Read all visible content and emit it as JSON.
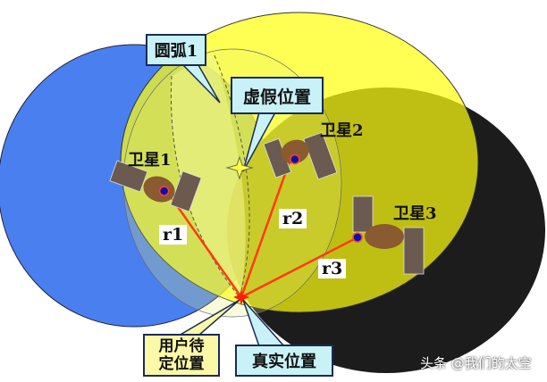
{
  "labels": {
    "arc": "圆弧1",
    "false_position": "虚假位置",
    "user_position": "用户待定位置",
    "true_position": "真实位置",
    "satellite1": "卫星1",
    "satellite2": "卫星2",
    "satellite3": "卫星3",
    "r1": "r1",
    "r2": "r2",
    "r3": "r3"
  },
  "watermark": "头条 @我们的太空",
  "colors": {
    "blue": "#4a7ff0",
    "yellow": "#ffff10",
    "black": "#1c1c1c",
    "callout_cyan": "#c8f2f8",
    "callout_yellow": "#fbf8a8",
    "range_line": "#ff3a10"
  }
}
